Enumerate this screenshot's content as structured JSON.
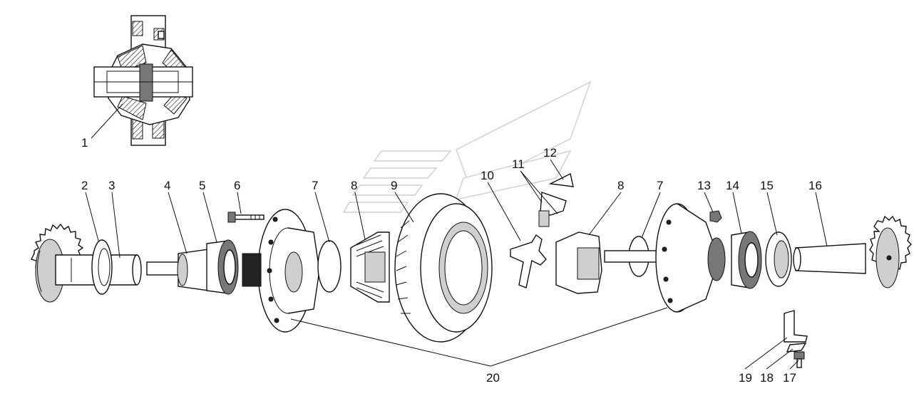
{
  "callouts": [
    {
      "id": "c1",
      "label": "1"
    },
    {
      "id": "c2",
      "label": "2"
    },
    {
      "id": "c3",
      "label": "3"
    },
    {
      "id": "c4",
      "label": "4"
    },
    {
      "id": "c5",
      "label": "5"
    },
    {
      "id": "c6",
      "label": "6"
    },
    {
      "id": "c7a",
      "label": "7"
    },
    {
      "id": "c8a",
      "label": "8"
    },
    {
      "id": "c9",
      "label": "9"
    },
    {
      "id": "c10",
      "label": "10"
    },
    {
      "id": "c11",
      "label": "11"
    },
    {
      "id": "c12",
      "label": "12"
    },
    {
      "id": "c8b",
      "label": "8"
    },
    {
      "id": "c7b",
      "label": "7"
    },
    {
      "id": "c13",
      "label": "13"
    },
    {
      "id": "c14",
      "label": "14"
    },
    {
      "id": "c15",
      "label": "15"
    },
    {
      "id": "c16",
      "label": "16"
    },
    {
      "id": "c17",
      "label": "17"
    },
    {
      "id": "c18",
      "label": "18"
    },
    {
      "id": "c19",
      "label": "19"
    },
    {
      "id": "c20",
      "label": "20"
    }
  ]
}
